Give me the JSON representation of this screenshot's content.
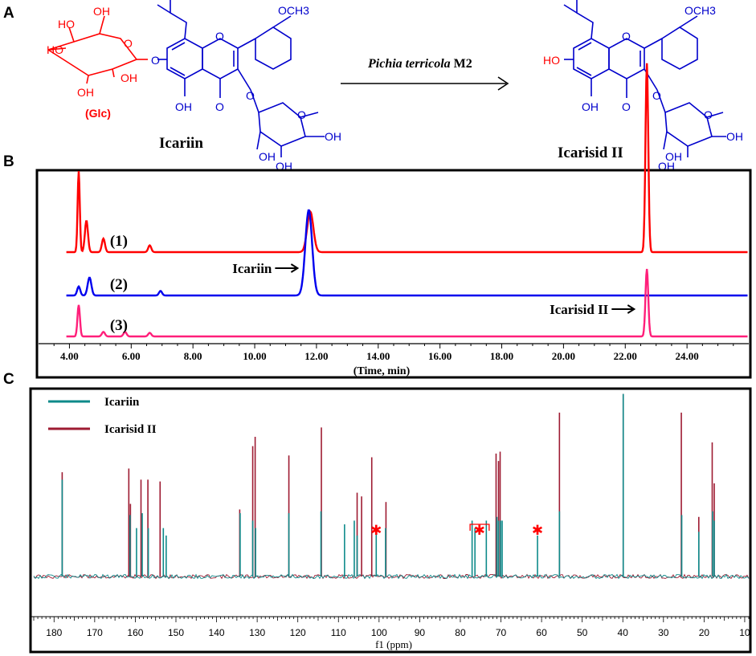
{
  "panels": {
    "a": "A",
    "b": "B",
    "c": "C"
  },
  "scheme": {
    "left_compound": "Icariin",
    "right_compound": "Icarisid II",
    "sugar_label": "(Glc)",
    "arrow_organism": "Pichia terricola",
    "arrow_strain": " M2",
    "labels": {
      "och3_left": "OCH3",
      "och3_right": "OCH3",
      "oh": "OH",
      "ho": "HO",
      "o": "O"
    },
    "colors": {
      "glucose": "#ff0000",
      "core": "#0000cc",
      "black": "#000000"
    }
  },
  "chart_data": [
    {
      "type": "line",
      "panel": "B",
      "xlabel": "(Time, min)",
      "xlim": [
        3.0,
        26.0
      ],
      "x_ticks": [
        "4.00",
        "6.00",
        "8.00",
        "10.00",
        "12.00",
        "14.00",
        "16.00",
        "18.00",
        "20.00",
        "22.00",
        "24.00"
      ],
      "x_tick_values": [
        4,
        6,
        8,
        10,
        12,
        14,
        16,
        18,
        20,
        22,
        24
      ],
      "series": [
        {
          "name": "(1)",
          "color": "#ff0000",
          "peaks": [
            [
              4.3,
              0.18,
              0.07
            ],
            [
              4.55,
              0.07,
              0.1
            ],
            [
              5.1,
              0.03,
              0.1
            ],
            [
              6.6,
              0.015,
              0.1
            ],
            [
              11.8,
              0.09,
              0.2
            ],
            [
              22.7,
              0.42,
              0.09
            ]
          ]
        },
        {
          "name": "(2)",
          "color": "#0000ee",
          "peaks": [
            [
              4.3,
              0.02,
              0.1
            ],
            [
              4.65,
              0.04,
              0.12
            ],
            [
              6.95,
              0.01,
              0.1
            ],
            [
              11.75,
              0.19,
              0.22
            ]
          ]
        },
        {
          "name": "(3)",
          "color": "#ff1f7a",
          "peaks": [
            [
              4.3,
              0.07,
              0.08
            ],
            [
              5.1,
              0.01,
              0.1
            ],
            [
              5.8,
              0.01,
              0.1
            ],
            [
              6.6,
              0.008,
              0.1
            ],
            [
              22.7,
              0.15,
              0.09
            ]
          ]
        }
      ],
      "annotations": [
        {
          "text": "Icariin",
          "x": 11.7,
          "series": "(2)"
        },
        {
          "text": "Icarisid II",
          "x": 22.6,
          "series": "(3)"
        }
      ]
    },
    {
      "type": "line",
      "panel": "C",
      "xlabel": "f1 (ppm)",
      "xlim": [
        185,
        9
      ],
      "x_ticks": [
        "180",
        "170",
        "160",
        "150",
        "140",
        "130",
        "120",
        "110",
        "100",
        "90",
        "80",
        "70",
        "60",
        "50",
        "40",
        "30",
        "20",
        "10"
      ],
      "x_tick_values": [
        180,
        170,
        160,
        150,
        140,
        130,
        120,
        110,
        100,
        90,
        80,
        70,
        60,
        50,
        40,
        30,
        20,
        10
      ],
      "legend": [
        "Icariin",
        "Icarisid II"
      ],
      "legend_position": "top-left",
      "series": [
        {
          "name": "Icariin",
          "color": "#0e8a8a",
          "peaks": [
            [
              178.0,
              0.52
            ],
            [
              161.3,
              0.33
            ],
            [
              159.7,
              0.26
            ],
            [
              158.3,
              0.34
            ],
            [
              156.8,
              0.26
            ],
            [
              153.1,
              0.26
            ],
            [
              152.4,
              0.22
            ],
            [
              134.2,
              0.34
            ],
            [
              131.1,
              0.3
            ],
            [
              130.4,
              0.26
            ],
            [
              122.2,
              0.34
            ],
            [
              114.3,
              0.35
            ],
            [
              108.5,
              0.28
            ],
            [
              106.1,
              0.3
            ],
            [
              105.4,
              0.22
            ],
            [
              100.7,
              0.24
            ],
            [
              98.4,
              0.26
            ],
            [
              77.1,
              0.3
            ],
            [
              76.4,
              0.26
            ],
            [
              73.6,
              0.3
            ],
            [
              71.0,
              0.32
            ],
            [
              70.6,
              0.3
            ],
            [
              70.1,
              0.3
            ],
            [
              69.7,
              0.3
            ],
            [
              61.0,
              0.22
            ],
            [
              55.6,
              0.35
            ],
            [
              39.9,
              0.98
            ],
            [
              25.5,
              0.33
            ],
            [
              21.3,
              0.24
            ],
            [
              17.9,
              0.35
            ],
            [
              17.5,
              0.3
            ]
          ]
        },
        {
          "name": "Icarisid II",
          "color": "#9e1b32",
          "peaks": [
            [
              178.0,
              0.56
            ],
            [
              161.6,
              0.58
            ],
            [
              161.2,
              0.39
            ],
            [
              158.6,
              0.52
            ],
            [
              156.9,
              0.52
            ],
            [
              153.9,
              0.51
            ],
            [
              134.3,
              0.36
            ],
            [
              131.1,
              0.7
            ],
            [
              130.5,
              0.75
            ],
            [
              122.2,
              0.65
            ],
            [
              114.2,
              0.8
            ],
            [
              105.4,
              0.45
            ],
            [
              104.3,
              0.43
            ],
            [
              101.8,
              0.64
            ],
            [
              98.3,
              0.4
            ],
            [
              71.2,
              0.66
            ],
            [
              70.6,
              0.62
            ],
            [
              70.2,
              0.67
            ],
            [
              55.6,
              0.88
            ],
            [
              39.9,
              0.98
            ],
            [
              25.6,
              0.88
            ],
            [
              21.3,
              0.32
            ],
            [
              18.0,
              0.72
            ],
            [
              17.5,
              0.5
            ]
          ]
        }
      ],
      "markers": [
        {
          "symbol": "✱",
          "ppm": 100.7,
          "color": "#ff0000"
        },
        {
          "symbol": "✱",
          "ppm": 75.3,
          "color": "#ff0000"
        },
        {
          "symbol": "✱",
          "ppm": 61.0,
          "color": "#ff0000"
        }
      ]
    }
  ]
}
